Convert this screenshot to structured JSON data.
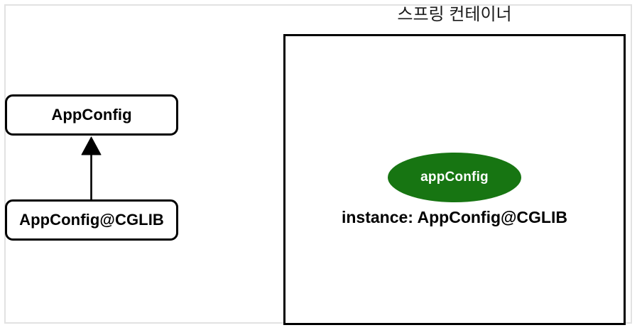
{
  "diagram": {
    "type": "spring-configuration-proxy-diagram",
    "background_color": "#ffffff",
    "frame_color": "#e2e2e2",
    "stroke_color": "#000000"
  },
  "left_panel": {
    "class_boxes": [
      {
        "id": "appconfig",
        "label": "AppConfig",
        "fill": "#ffffff",
        "border_color": "#000000"
      },
      {
        "id": "appconfig-cglib",
        "label": "AppConfig@CGLIB",
        "fill": "#ffffff",
        "border_color": "#000000"
      }
    ],
    "relation": {
      "name": "inheritance-arrow",
      "from": "AppConfig@CGLIB",
      "to": "AppConfig",
      "direction": "up",
      "arrow_head": "solid-triangle",
      "color": "#000000"
    }
  },
  "right_panel": {
    "title": "스프링 컨테이너",
    "container": {
      "border_color": "#000000",
      "fill": "#ffffff"
    },
    "bean": {
      "name": "appConfig",
      "fill": "#177512",
      "text_color": "#ffffff",
      "instance_label": "instance: AppConfig@CGLIB"
    }
  }
}
